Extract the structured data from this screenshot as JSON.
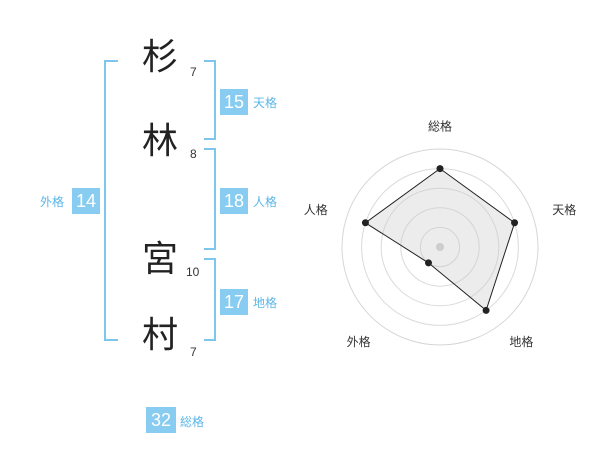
{
  "name": {
    "chars": [
      {
        "char": "杉",
        "strokes": "7"
      },
      {
        "char": "林",
        "strokes": "8"
      },
      {
        "char": "宮",
        "strokes": "10"
      },
      {
        "char": "村",
        "strokes": "7"
      }
    ]
  },
  "fortune": {
    "tenkaku": {
      "value": "15",
      "label": "天格"
    },
    "jinkaku": {
      "value": "18",
      "label": "人格"
    },
    "chikaku": {
      "value": "17",
      "label": "地格"
    },
    "gaikaku": {
      "value": "14",
      "label": "外格"
    },
    "soukaku": {
      "value": "32",
      "label": "総格"
    }
  },
  "colors": {
    "accent": "#88ccf1",
    "bracket": "#7fc6ee",
    "label": "#5bb6ea"
  },
  "chart_data": {
    "type": "radar",
    "axes": [
      "総格",
      "天格",
      "地格",
      "外格",
      "人格"
    ],
    "values": [
      4,
      4,
      4,
      1,
      4
    ],
    "max": 5,
    "rings": 5
  }
}
